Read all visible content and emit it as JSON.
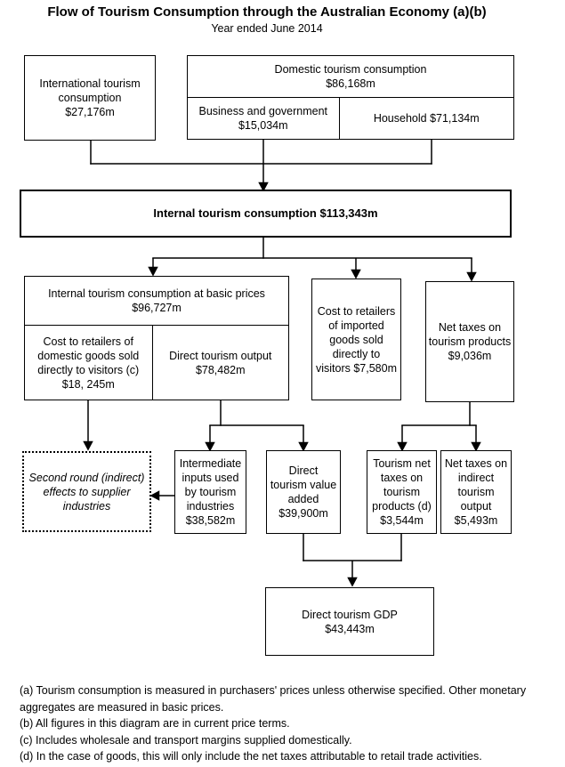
{
  "title": "Flow of Tourism Consumption through the Australian Economy (a)(b)",
  "subtitle": "Year ended June 2014",
  "boxes": {
    "international": {
      "text": "International tourism\nconsumption\n$27,176m"
    },
    "domestic_header": {
      "text": "Domestic tourism consumption\n$86,168m"
    },
    "business_government": {
      "text": "Business and government\n$15,034m"
    },
    "household": {
      "text": "Household $71,134m"
    },
    "internal": {
      "text": "Internal tourism consumption $113,343m"
    },
    "basic_prices_header": {
      "text": "Internal tourism consumption at basic prices\n$96,727m"
    },
    "cost_domestic": {
      "text": "Cost to retailers of\ndomestic goods sold\ndirectly to visitors (c)\n$18, 245m"
    },
    "direct_output": {
      "text": "Direct tourism output\n$78,482m"
    },
    "cost_imported": {
      "text": "Cost to retailers\nof imported\ngoods sold\ndirectly to\nvisitors $7,580m"
    },
    "net_taxes_products": {
      "text": "Net taxes on\ntourism products\n$9,036m"
    },
    "second_round": {
      "text": "Second round (indirect)\neffects to supplier\nindustries"
    },
    "intermediate_inputs": {
      "text": "Intermediate\ninputs used\nby tourism\nindustries\n$38,582m"
    },
    "direct_value_added": {
      "text": "Direct\ntourism value\nadded\n$39,900m"
    },
    "tourism_net_taxes": {
      "text": "Tourism net\ntaxes on\ntourism\nproducts (d)\n$3,544m"
    },
    "net_taxes_indirect": {
      "text": "Net taxes on\nindirect\ntourism\noutput\n$5,493m"
    },
    "direct_gdp": {
      "text": "Direct tourism GDP\n$43,443m"
    }
  },
  "footnotes": {
    "a": "(a) Tourism consumption is measured in purchasers' prices unless otherwise specified. Other monetary aggregates are measured in basic prices.",
    "b": "(b) All figures in this diagram are in current price terms.",
    "c": "(c) Includes wholesale and transport margins supplied domestically.",
    "d": "(d) In the case of goods, this will only include the net taxes attributable to retail trade activities."
  },
  "colors": {
    "border": "#000000",
    "background": "#ffffff",
    "text": "#000000"
  }
}
